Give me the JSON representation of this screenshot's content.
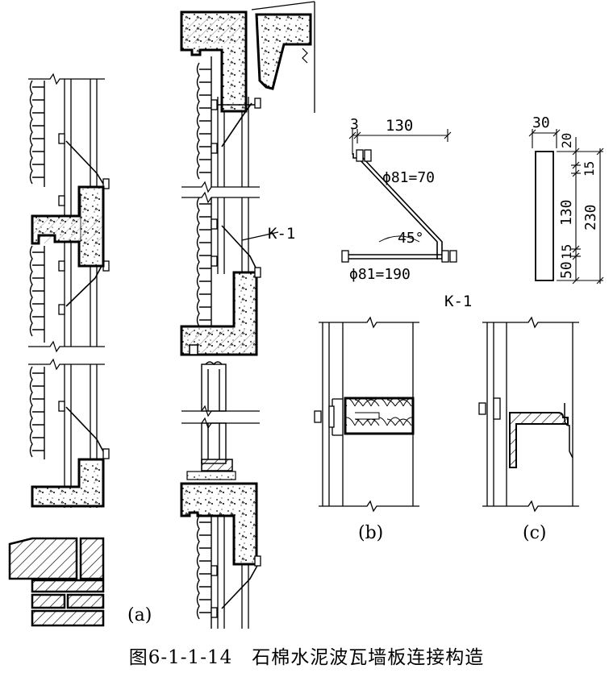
{
  "caption": "图6-1-1-14　石棉水泥波瓦墙板连接构造",
  "detail_labels": {
    "a": "(a)",
    "b": "(b)",
    "c": "(c)"
  },
  "callout": "K-1",
  "k1": {
    "title": "K-1",
    "dim_small": "3",
    "dim_length": "130",
    "bar_upper": "ϕ81=70",
    "bar_lower": "ϕ81=190",
    "angle": "45°"
  },
  "plate": {
    "width": "30",
    "dims": [
      "20",
      "15",
      "130",
      "230",
      "15",
      "50"
    ]
  }
}
